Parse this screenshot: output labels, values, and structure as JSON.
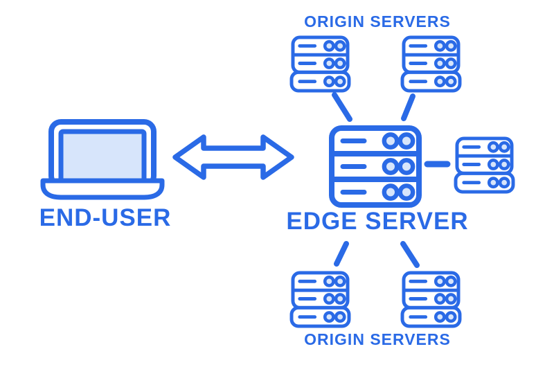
{
  "diagram": {
    "type": "cdn-architecture",
    "accent_color": "#2a6ae6",
    "light_fill_color": "#d7e5fb",
    "labels": {
      "origin_top": "ORIGIN SERVERS",
      "end_user": "END-USER",
      "edge_server": "EDGE SERVER",
      "origin_bottom": "ORIGIN SERVERS"
    },
    "nodes": {
      "end_user": {
        "label": "END-USER",
        "icon": "laptop-icon"
      },
      "edge_server": {
        "label": "EDGE SERVER",
        "icon": "server-rack-icon"
      },
      "origin_servers_top": {
        "label": "ORIGIN SERVERS",
        "icon": "server-rack-icon",
        "count": 2
      },
      "origin_server_right": {
        "icon": "server-rack-icon",
        "count": 1
      },
      "origin_servers_bottom": {
        "label": "ORIGIN SERVERS",
        "icon": "server-rack-icon",
        "count": 2
      }
    },
    "connections": [
      {
        "from": "end-user",
        "to": "edge-server",
        "style": "double-arrow"
      },
      {
        "from": "edge-server",
        "to": "origin-server-top-left",
        "style": "line"
      },
      {
        "from": "edge-server",
        "to": "origin-server-top-right",
        "style": "line"
      },
      {
        "from": "edge-server",
        "to": "origin-server-right",
        "style": "line"
      },
      {
        "from": "edge-server",
        "to": "origin-server-bottom-left",
        "style": "line"
      },
      {
        "from": "edge-server",
        "to": "origin-server-bottom-right",
        "style": "line"
      }
    ]
  }
}
